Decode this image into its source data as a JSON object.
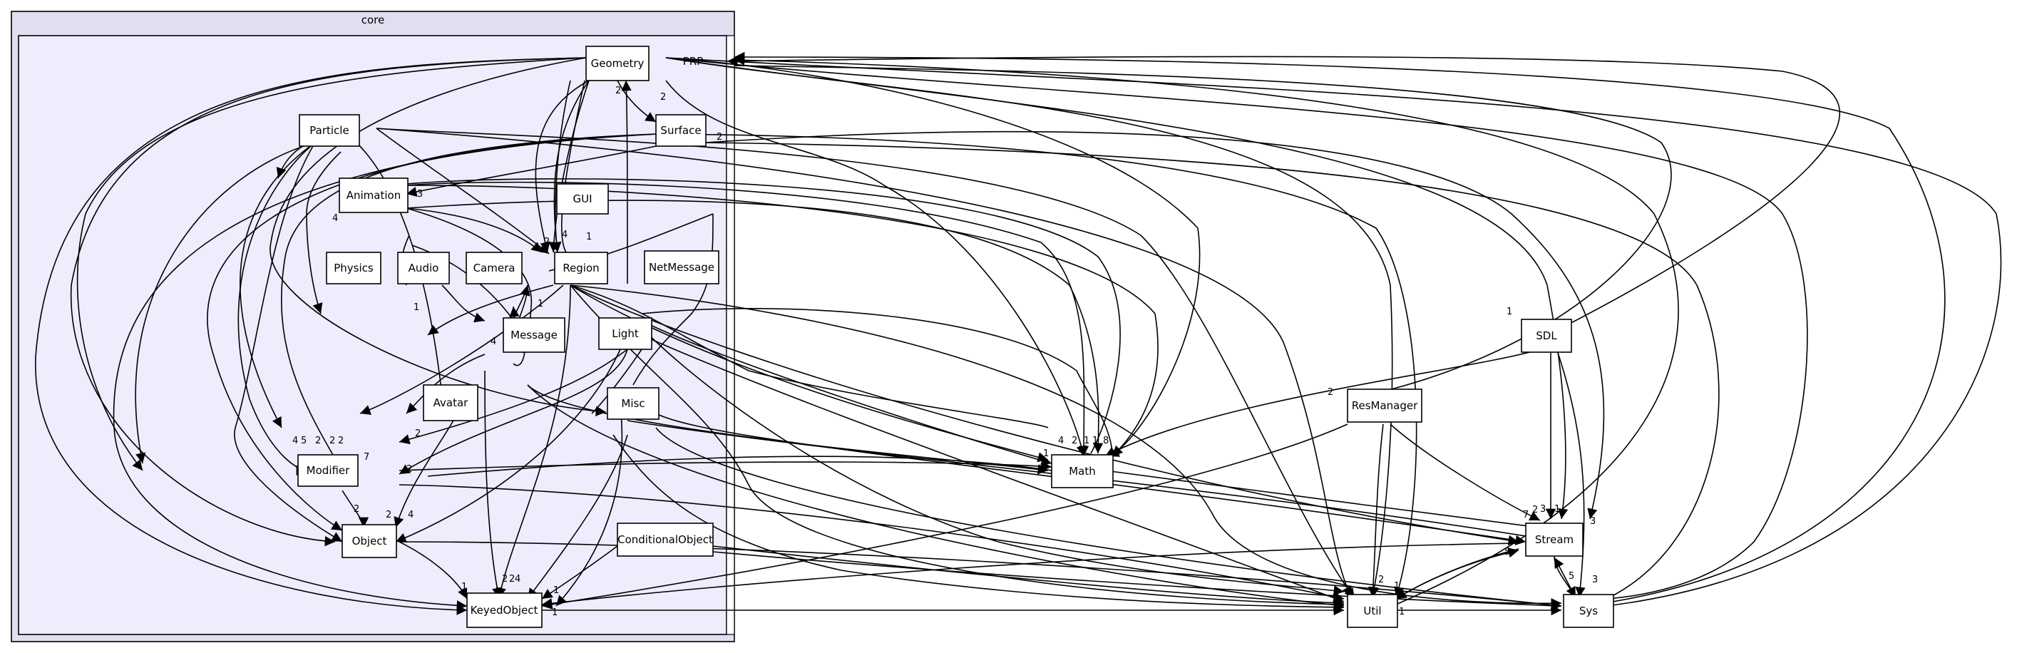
{
  "clusters": {
    "outer": "core",
    "inner": "PRP"
  },
  "nodes": {
    "geometry": "Geometry",
    "surface": "Surface",
    "particle": "Particle",
    "animation": "Animation",
    "gui": "GUI",
    "physics": "Physics",
    "audio": "Audio",
    "camera": "Camera",
    "region": "Region",
    "netmessage": "NetMessage",
    "light": "Light",
    "message": "Message",
    "avatar": "Avatar",
    "misc": "Misc",
    "modifier": "Modifier",
    "object": "Object",
    "conditionalobject": "ConditionalObject",
    "keyedobject": "KeyedObject",
    "math": "Math",
    "resmanager": "ResManager",
    "sdl": "SDL",
    "stream": "Stream",
    "util": "Util",
    "sys": "Sys"
  },
  "edge_labels": {
    "e1": "2",
    "e2": "2",
    "e3": "3",
    "e4": "2",
    "e5": "4",
    "e6": "2",
    "e7": "1",
    "e8": "4",
    "e9": "1",
    "e10": "4",
    "e11": "1",
    "e12": "4",
    "e13": "5",
    "e14": "2",
    "e15": "2",
    "e16": "2",
    "e17": "2",
    "e18": "7",
    "e19": "2",
    "e20": "2",
    "e21": "2",
    "e22": "4",
    "e23": "1",
    "e24": "2",
    "e25": "2",
    "e26": "4",
    "e27": "1",
    "e28": "1",
    "e29": "4",
    "e30": "2",
    "e31": "1",
    "e32": "1",
    "e33": "8",
    "e34": "1",
    "e35": "2",
    "e36": "5",
    "e37": "2",
    "e38": "7",
    "e39": "3",
    "e40": "1",
    "e41": "3",
    "e42": "2",
    "e43": "1",
    "e44": "5",
    "e45": "3",
    "e46": "1",
    "e47": "1",
    "e48": "1",
    "e49": "2"
  }
}
